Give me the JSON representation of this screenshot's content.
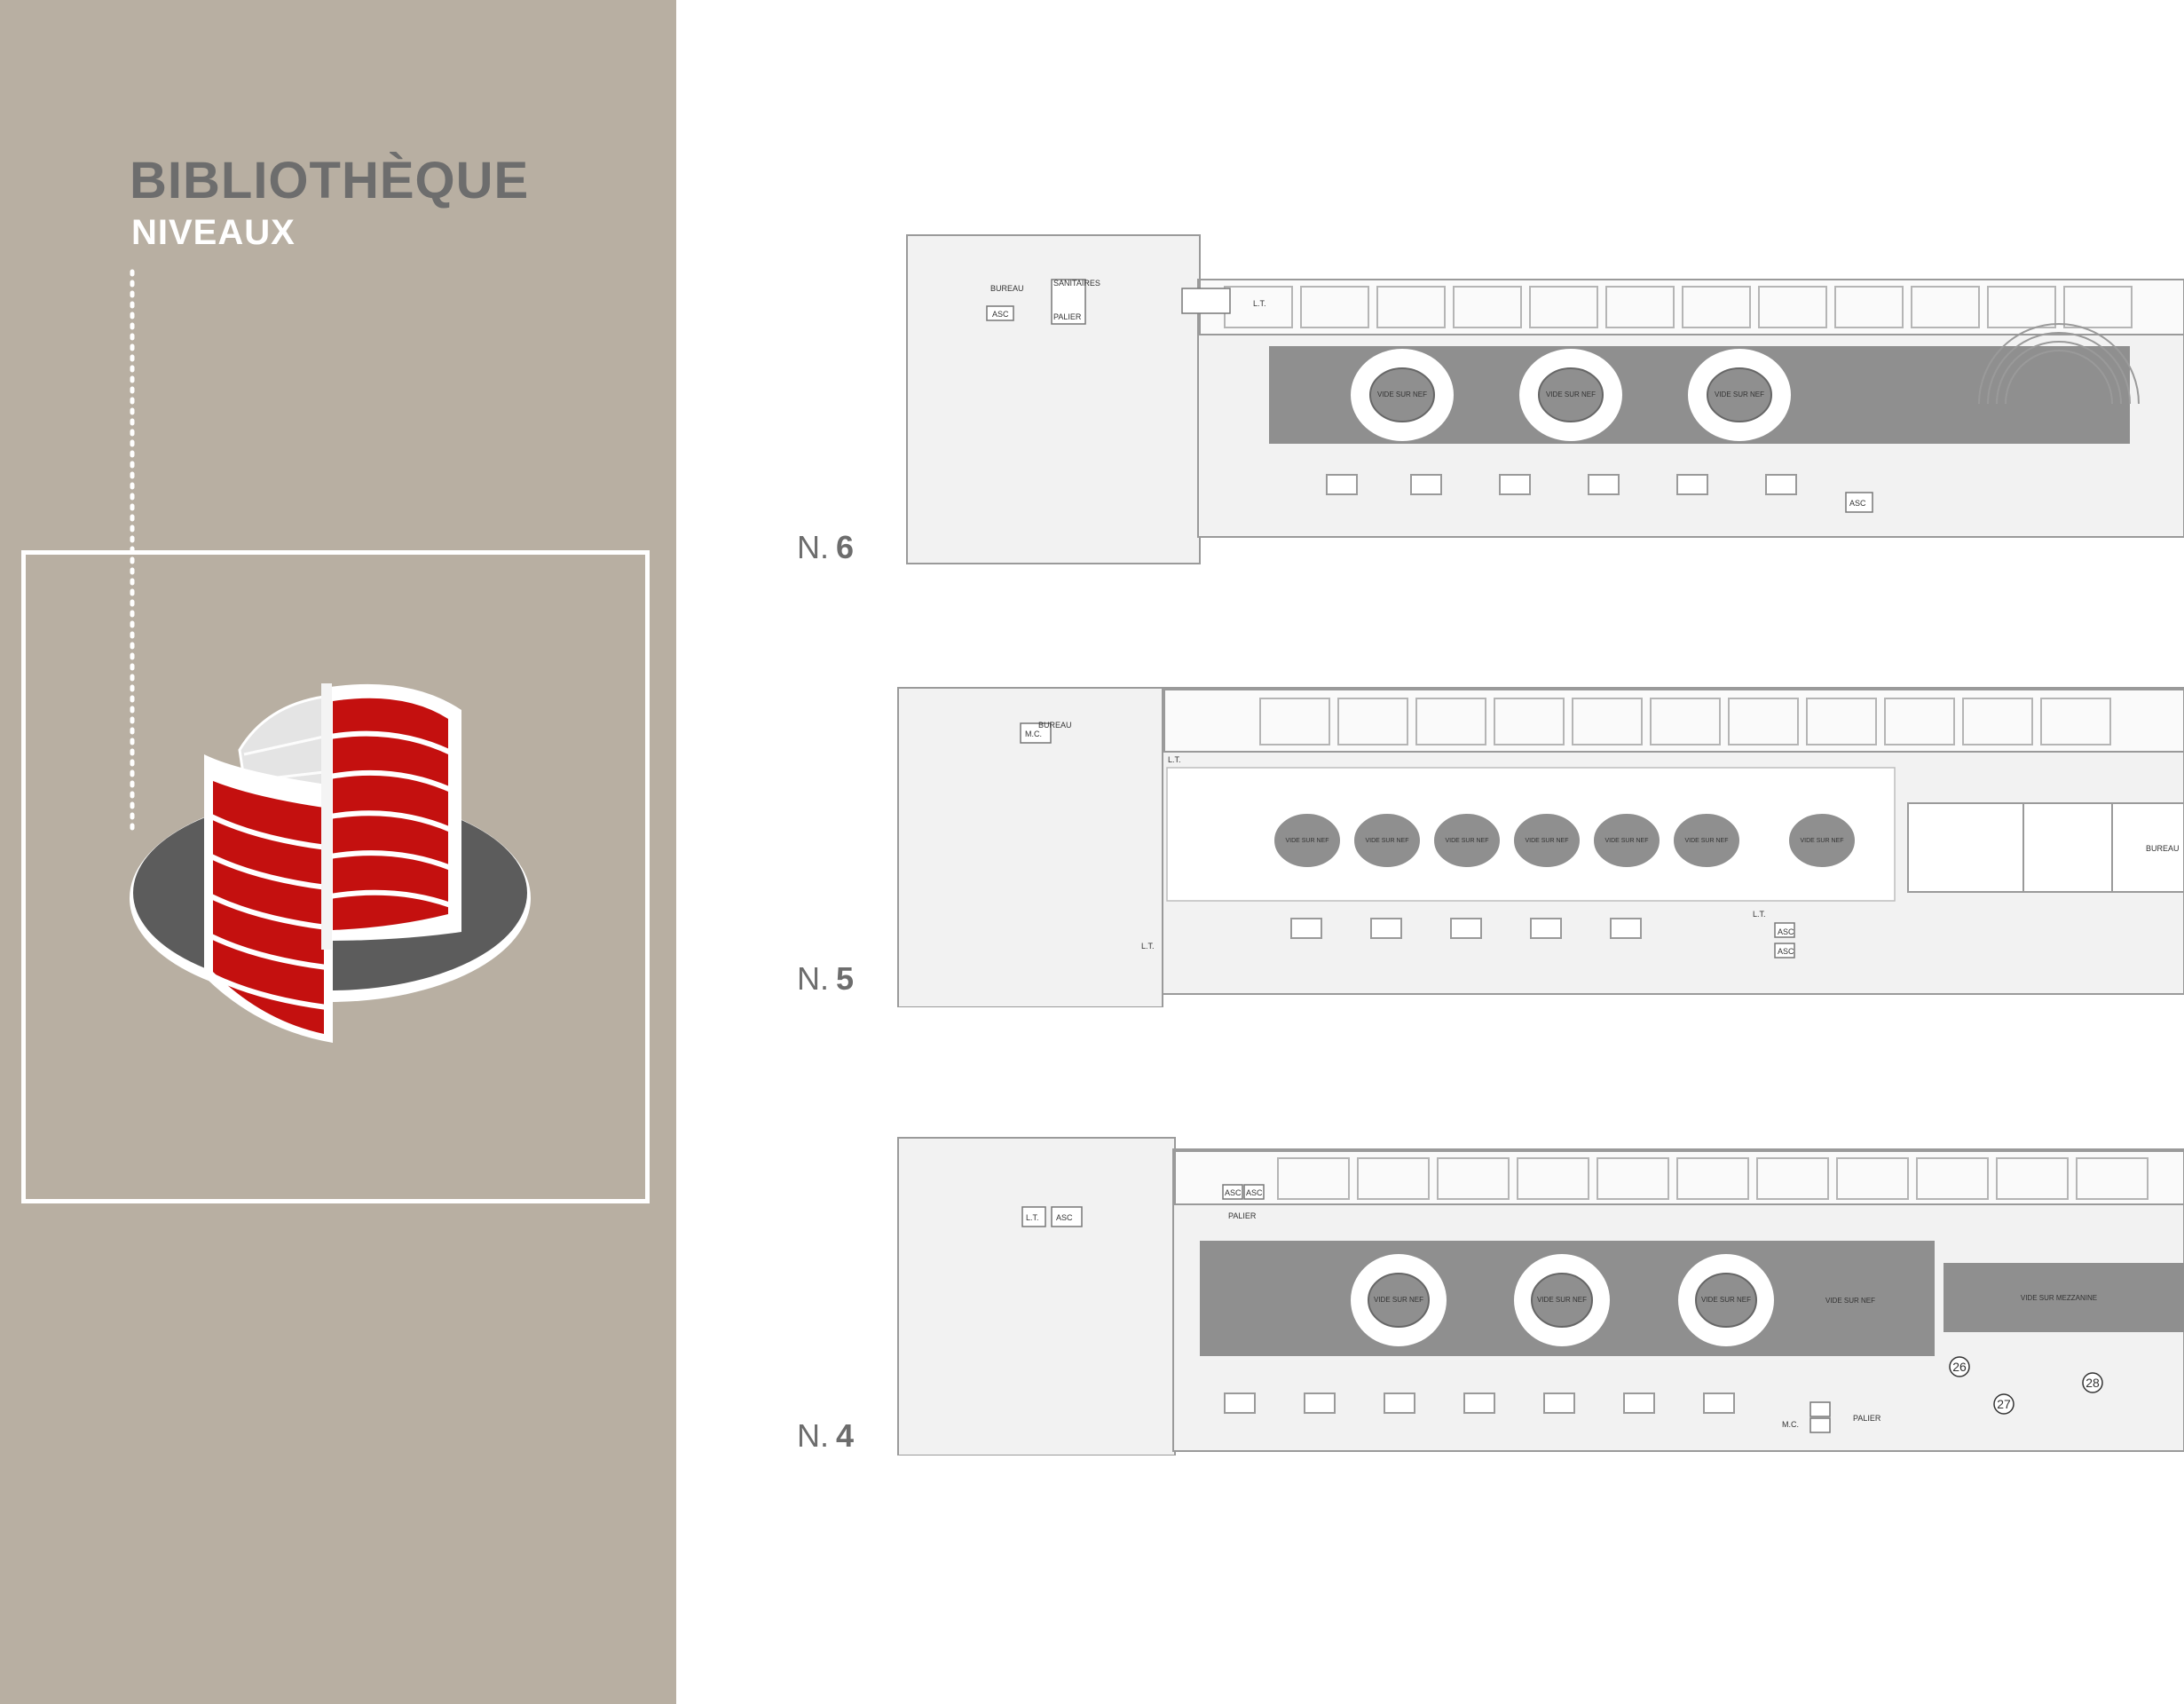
{
  "header": {
    "title": "BIBLIOTHÈQUE",
    "subtitle": "NIVEAUX"
  },
  "colors": {
    "sidebar": "#b8afa2",
    "title": "#6d6d6d",
    "accent_red": "#c4100f",
    "void_gray": "#8f8f8f",
    "plan_line": "#9a9a9a"
  },
  "levels": [
    {
      "prefix": "N.",
      "number": "6",
      "labels": {
        "bureau": "BUREAU",
        "sanitaires": "SANITAIRES",
        "asc": "ASC",
        "palier": "PALIER",
        "lt": "L.T.",
        "asc2": "ASC"
      },
      "voids": [
        "VIDE SUR NEF",
        "VIDE SUR NEF",
        "VIDE SUR NEF"
      ]
    },
    {
      "prefix": "N.",
      "number": "5",
      "labels": {
        "bureau": "BUREAU",
        "mc": "M.C.",
        "lt": "L.T.",
        "lt2": "L.T.",
        "lt3": "L.T.",
        "asc": "ASC",
        "asc2": "ASC",
        "bureau2": "BUREAU"
      },
      "voids": [
        "VIDE SUR NEF",
        "VIDE SUR NEF",
        "VIDE SUR NEF",
        "VIDE SUR NEF",
        "VIDE SUR NEF",
        "VIDE SUR NEF",
        "VIDE SUR NEF"
      ]
    },
    {
      "prefix": "N.",
      "number": "4",
      "labels": {
        "lt": "L.T.",
        "asc": "ASC",
        "asc2": "ASC",
        "asc3": "ASC",
        "palier": "PALIER",
        "palier2": "PALIER",
        "mc": "M.C.",
        "r26": "26",
        "r27": "27",
        "r28": "28",
        "band1": "VIDE SUR NEF",
        "band2": "VIDE SUR MEZZANINE"
      },
      "voids": [
        "VIDE SUR NEF",
        "VIDE SUR NEF",
        "VIDE SUR NEF"
      ]
    }
  ]
}
